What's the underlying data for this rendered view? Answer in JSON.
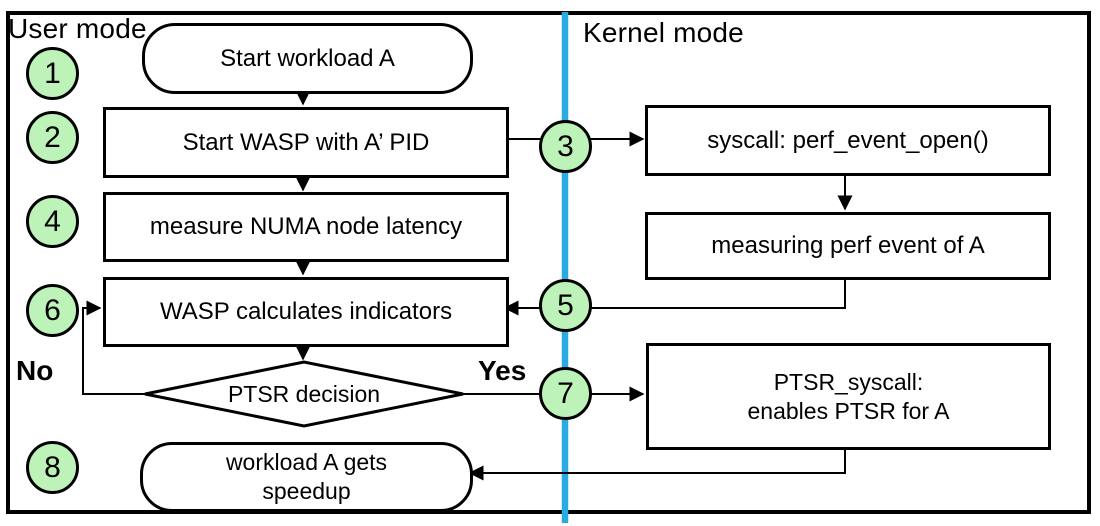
{
  "regions": {
    "user": "User mode",
    "kernel": "Kernel mode"
  },
  "branches": {
    "no": "No",
    "yes": "Yes"
  },
  "steps": {
    "s1": "1",
    "s2": "2",
    "s3": "3",
    "s4": "4",
    "s5": "5",
    "s6": "6",
    "s7": "7",
    "s8": "8"
  },
  "nodes": {
    "start_workload": {
      "label": "Start workload A"
    },
    "start_wasp": {
      "label": "Start WASP with A’ PID"
    },
    "measure_numa": {
      "label": "measure NUMA node latency"
    },
    "wasp_indicators": {
      "label": "WASP calculates indicators"
    },
    "ptsr_decision": {
      "label": "PTSR decision"
    },
    "workload_speedup": {
      "line1": "workload A gets",
      "line2": "speedup"
    },
    "syscall_perf": {
      "label": "syscall: perf_event_open()"
    },
    "measuring_perf": {
      "label": "measuring perf event of A"
    },
    "ptsr_syscall": {
      "line1": "PTSR_syscall:",
      "line2": "enables PTSR for A"
    }
  },
  "colors": {
    "step_fill": "#bdf3b8",
    "divider_blue": "#29abe2",
    "stroke": "#000000",
    "background": "#ffffff"
  }
}
